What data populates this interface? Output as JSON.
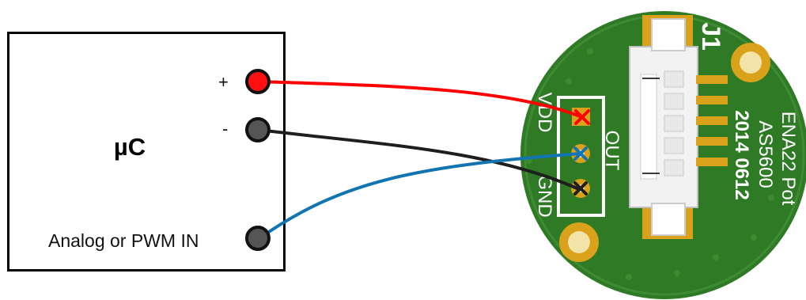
{
  "microcontroller": {
    "title": "µC",
    "pins": {
      "plus": "+",
      "minus": "-",
      "analog": "Analog or PWM IN"
    }
  },
  "board": {
    "connector": "J1",
    "silkscreen_lines": [
      "ENA22 Pot",
      "AS5600",
      "2014 0612"
    ],
    "header_label": "OUT",
    "pin_labels": {
      "vdd": "VDD",
      "gnd": "GND"
    }
  },
  "colors": {
    "pcb_green": "#2f7a24",
    "pad_gold": "#d9a21a",
    "wire_red": "#ff0000",
    "wire_black": "#1e1e1e",
    "wire_blue": "#1274b0"
  }
}
